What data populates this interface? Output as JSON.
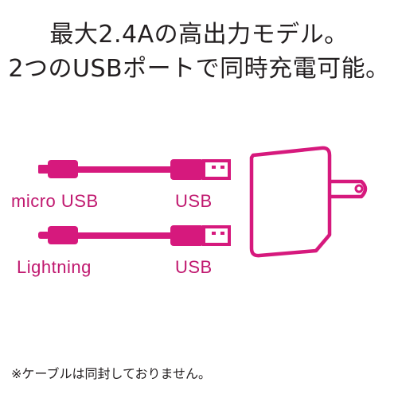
{
  "headline": {
    "line1": "最大2.4Aの高出力モデル。",
    "line2": "2つのUSBポートで同時充電可能。"
  },
  "cables": [
    {
      "left_label": "micro USB",
      "right_label": "USB"
    },
    {
      "left_label": "Lightning",
      "right_label": "USB"
    }
  ],
  "footnote": "※ケーブルは同封しておりません。",
  "icons": [
    "cable-icon",
    "usb-plug-icon",
    "ac-adapter-icon"
  ],
  "colors": {
    "accent": "#d6197d",
    "label": "#c0186f",
    "text": "#231f20",
    "background": "#ffffff"
  }
}
